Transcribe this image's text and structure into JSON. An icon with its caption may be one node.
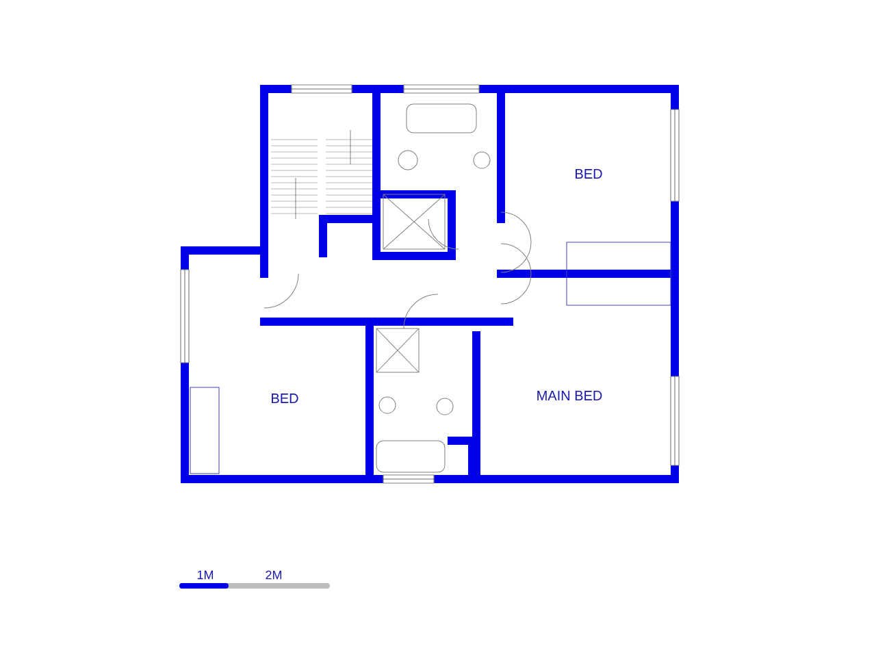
{
  "diagram": {
    "labels": [
      "BED",
      "BED",
      "MAIN BED",
      "1M",
      "2M"
    ]
  }
}
